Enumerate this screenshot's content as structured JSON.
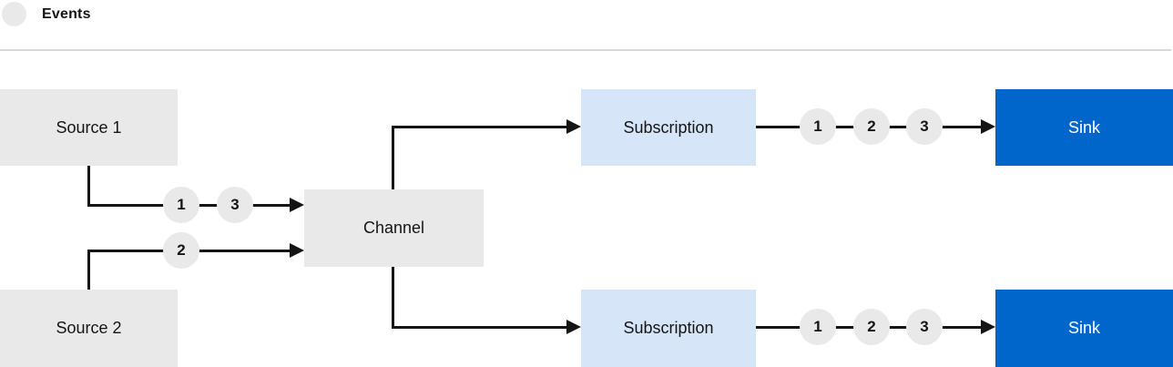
{
  "legend": {
    "label": "Events"
  },
  "nodes": {
    "source1": "Source 1",
    "source2": "Source 2",
    "channel": "Channel",
    "subscription_top": "Subscription",
    "subscription_bottom": "Subscription",
    "sink_top": "Sink",
    "sink_bottom": "Sink"
  },
  "events": {
    "source1_to_channel": [
      "1",
      "3"
    ],
    "source2_to_channel": [
      "2"
    ],
    "subscription_top_to_sink": [
      "1",
      "2",
      "3"
    ],
    "subscription_bottom_to_sink": [
      "1",
      "2",
      "3"
    ]
  },
  "colors": {
    "node_gray": "#e9e9e9",
    "subscription_light_blue": "#d6e6f8",
    "sink_blue": "#0066cc",
    "connector_dark": "#151515",
    "separator_gray": "#d8d8d8",
    "text_dark": "#151515",
    "text_light": "#ffffff"
  }
}
